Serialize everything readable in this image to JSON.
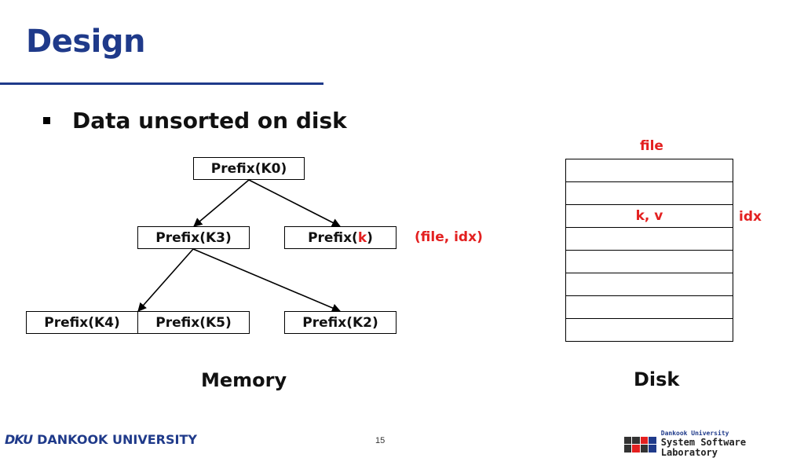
{
  "slide": {
    "title": "Design",
    "bullet": "Data unsorted on disk",
    "page_number": "15"
  },
  "memory": {
    "label": "Memory",
    "nodes": {
      "k0": "Prefix(K0)",
      "k3": "Prefix(K3)",
      "k_prefix": "Prefix(",
      "k_key": "k",
      "k_suffix": ")",
      "k4": "Prefix(K4)",
      "k5": "Prefix(K5)",
      "k2": "Prefix(K2)"
    },
    "pointer_note": "(file, idx)"
  },
  "disk": {
    "label": "Disk",
    "file_label": "file",
    "idx_label": "idx",
    "rows": [
      "",
      "",
      "k, v",
      "",
      "",
      "",
      "",
      ""
    ]
  },
  "footer": {
    "university": "DANKOOK UNIVERSITY",
    "university_mark": "DKU",
    "lab_small": "Dankook University",
    "lab_name": "System Software Laboratory"
  },
  "colors": {
    "title_blue": "#1f3a8a",
    "highlight_red": "#e32020"
  }
}
